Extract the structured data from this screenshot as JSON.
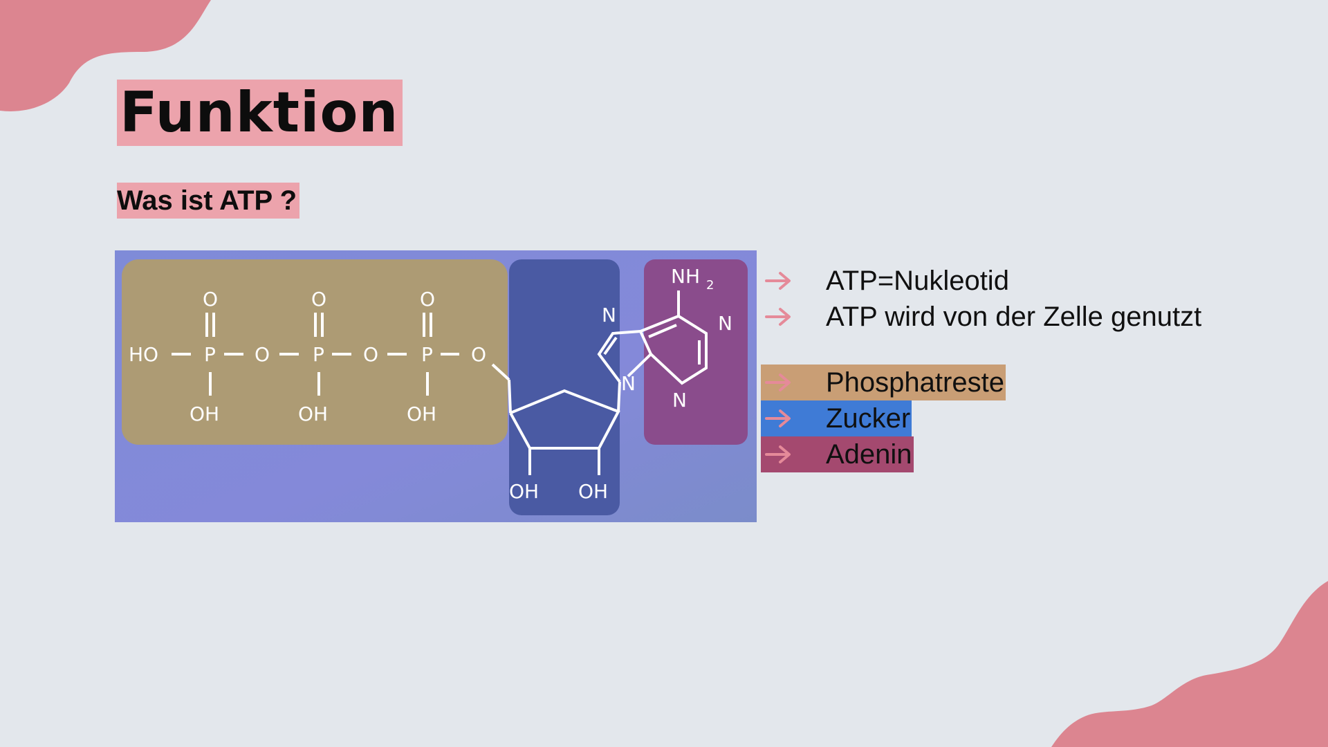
{
  "slide": {
    "title": "Funktion",
    "subtitle": "Was ist ATP ?"
  },
  "diagram": {
    "labels": {
      "phosphate_o_top": [
        "O",
        "O",
        "O"
      ],
      "phosphorus": [
        "P",
        "P",
        "P"
      ],
      "phosphate_oh": [
        "OH",
        "OH",
        "OH"
      ],
      "ho": "HO",
      "bridge_o": [
        "O",
        "O",
        "O"
      ],
      "sugar_oh": [
        "OH",
        "OH"
      ],
      "amine": "NH",
      "amine_sub": "2",
      "nitrogen": [
        "N",
        "N",
        "N",
        "N"
      ]
    },
    "colors": {
      "background": "#8088d6",
      "phosphate_region": "#ad9b74",
      "sugar_region": "#4a5aa3",
      "adenine_region": "#8a4c8c"
    }
  },
  "bullets": [
    {
      "text": "ATP=Nukleotid"
    },
    {
      "text": "ATP wird von der Zelle genutzt"
    }
  ],
  "legend": [
    {
      "text": "Phosphatreste",
      "color": "#c99e75"
    },
    {
      "text": "Zucker",
      "color": "#3f7bd6"
    },
    {
      "text": "Adenin",
      "color": "#a4496f"
    }
  ],
  "colors": {
    "accent": "#e58a99",
    "blob": "#dc8590"
  }
}
